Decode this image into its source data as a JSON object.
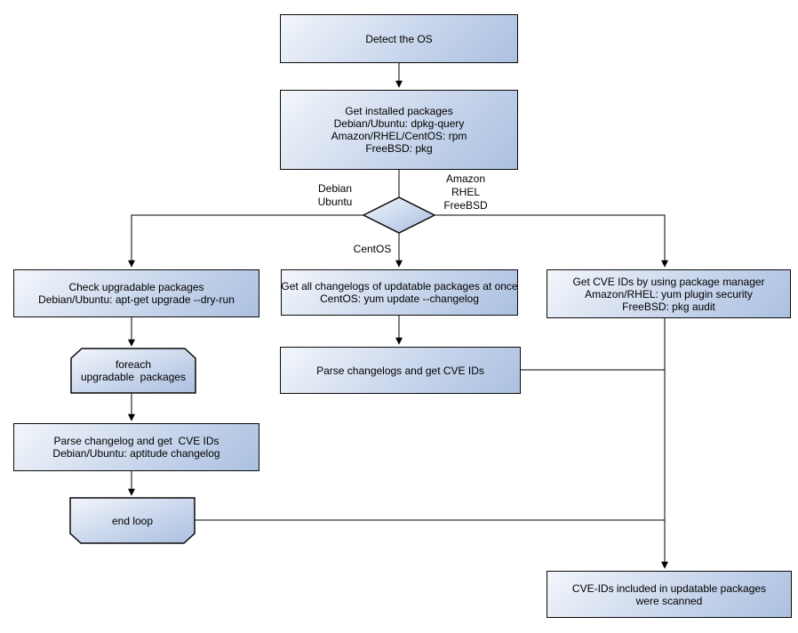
{
  "diagram": {
    "nodes": {
      "detect_os": "Detect the OS",
      "get_installed_packages": "Get installed packages\nDebian/Ubuntu: dpkg-query\nAmazon/RHEL/CentOS: rpm\nFreeBSD: pkg",
      "check_upgradable": "Check upgradable packages\nDebian/Ubuntu: apt-get upgrade --dry-run",
      "foreach_loop": "foreach\nupgradable  packages",
      "parse_changelog": "Parse changelog and get  CVE IDs\nDebian/Ubuntu: aptitude changelog",
      "end_loop": "end loop",
      "get_all_changelogs": "Get all changelogs of updatable packages at once\nCentOS: yum update --changelog",
      "parse_changelogs": "Parse changelogs and get CVE IDs",
      "get_cve_ids": "Get CVE IDs by using package manager\nAmazon/RHEL: yum plugin security\nFreeBSD: pkg audit",
      "scanned_result": "CVE-IDs included in updatable packages\nwere scanned"
    },
    "edge_labels": {
      "left_branch": "Debian\nUbuntu",
      "right_branch": "Amazon\nRHEL\nFreeBSD",
      "down_branch": "CentOS"
    },
    "colors": {
      "node_gradient_start": "#f3f6fb",
      "node_gradient_end": "#abc0e0",
      "border": "#0a0a0a",
      "line": "#000000",
      "text": "#000000",
      "background": "#ffffff"
    }
  }
}
